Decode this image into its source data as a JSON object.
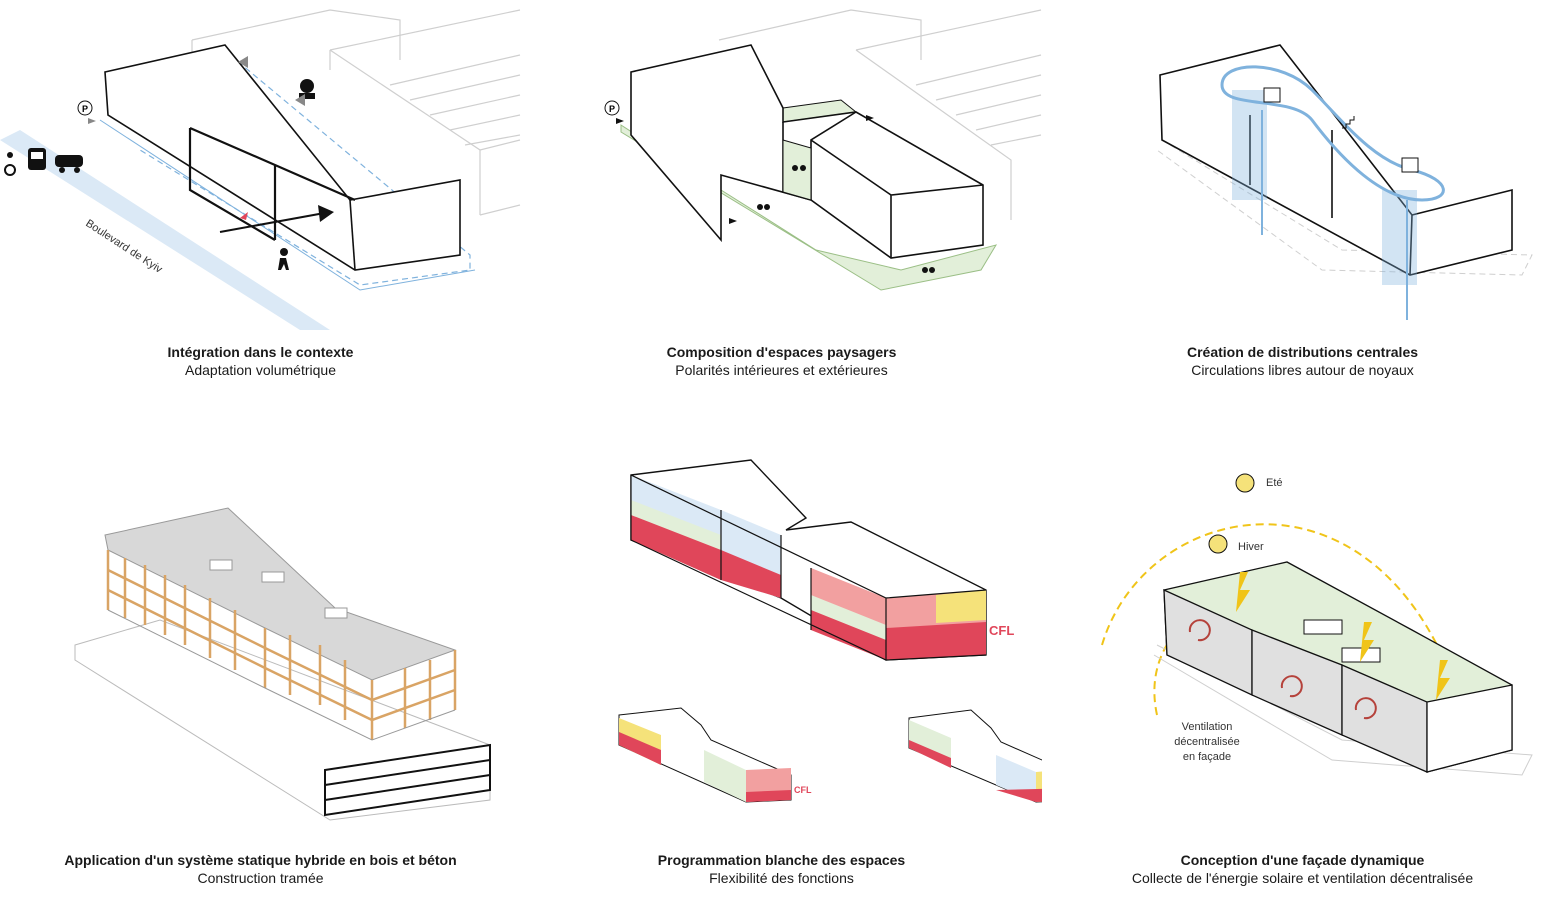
{
  "panels": [
    {
      "title": "Intégration dans le contexte",
      "subtitle": "Adaptation volumétrique",
      "labels": {
        "street": "Boulevard de Kyiv",
        "parking": "P"
      }
    },
    {
      "title": "Composition d'espaces paysagers",
      "subtitle": "Polarités intérieures et extérieures",
      "labels": {
        "parking": "P"
      }
    },
    {
      "title": "Création de distributions centrales",
      "subtitle": "Circulations libres autour de noyaux",
      "labels": {}
    },
    {
      "title": "Application d'un système statique hybride en bois et béton",
      "subtitle": "Construction tramée",
      "labels": {}
    },
    {
      "title": "Programmation blanche des espaces",
      "subtitle": "Flexibilité des fonctions",
      "labels": {
        "cfl": "CFL"
      }
    },
    {
      "title": "Conception d'une façade dynamique",
      "subtitle": "Collecte de l'énergie solaire et ventilation décentralisée",
      "labels": {
        "summer": "Eté",
        "winter": "Hiver",
        "vent1": "Ventilation",
        "vent2": "décentralisée",
        "vent3": "en façade"
      }
    }
  ],
  "colors": {
    "green": "#e2efd9",
    "blue": "#7fb2dd",
    "red": "#e0465a",
    "yellow": "#f5e27a",
    "wood": "#d9a465",
    "sunYellow": "#f0c419"
  }
}
